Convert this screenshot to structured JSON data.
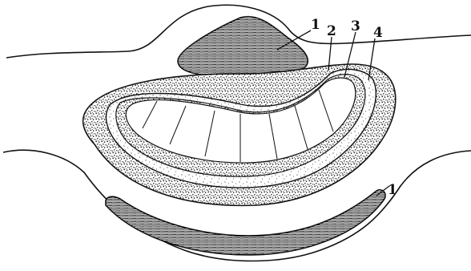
{
  "labels": {
    "top_1": "1",
    "label_2": "2",
    "label_3": "3",
    "label_4": "4",
    "bottom_1": "1"
  }
}
